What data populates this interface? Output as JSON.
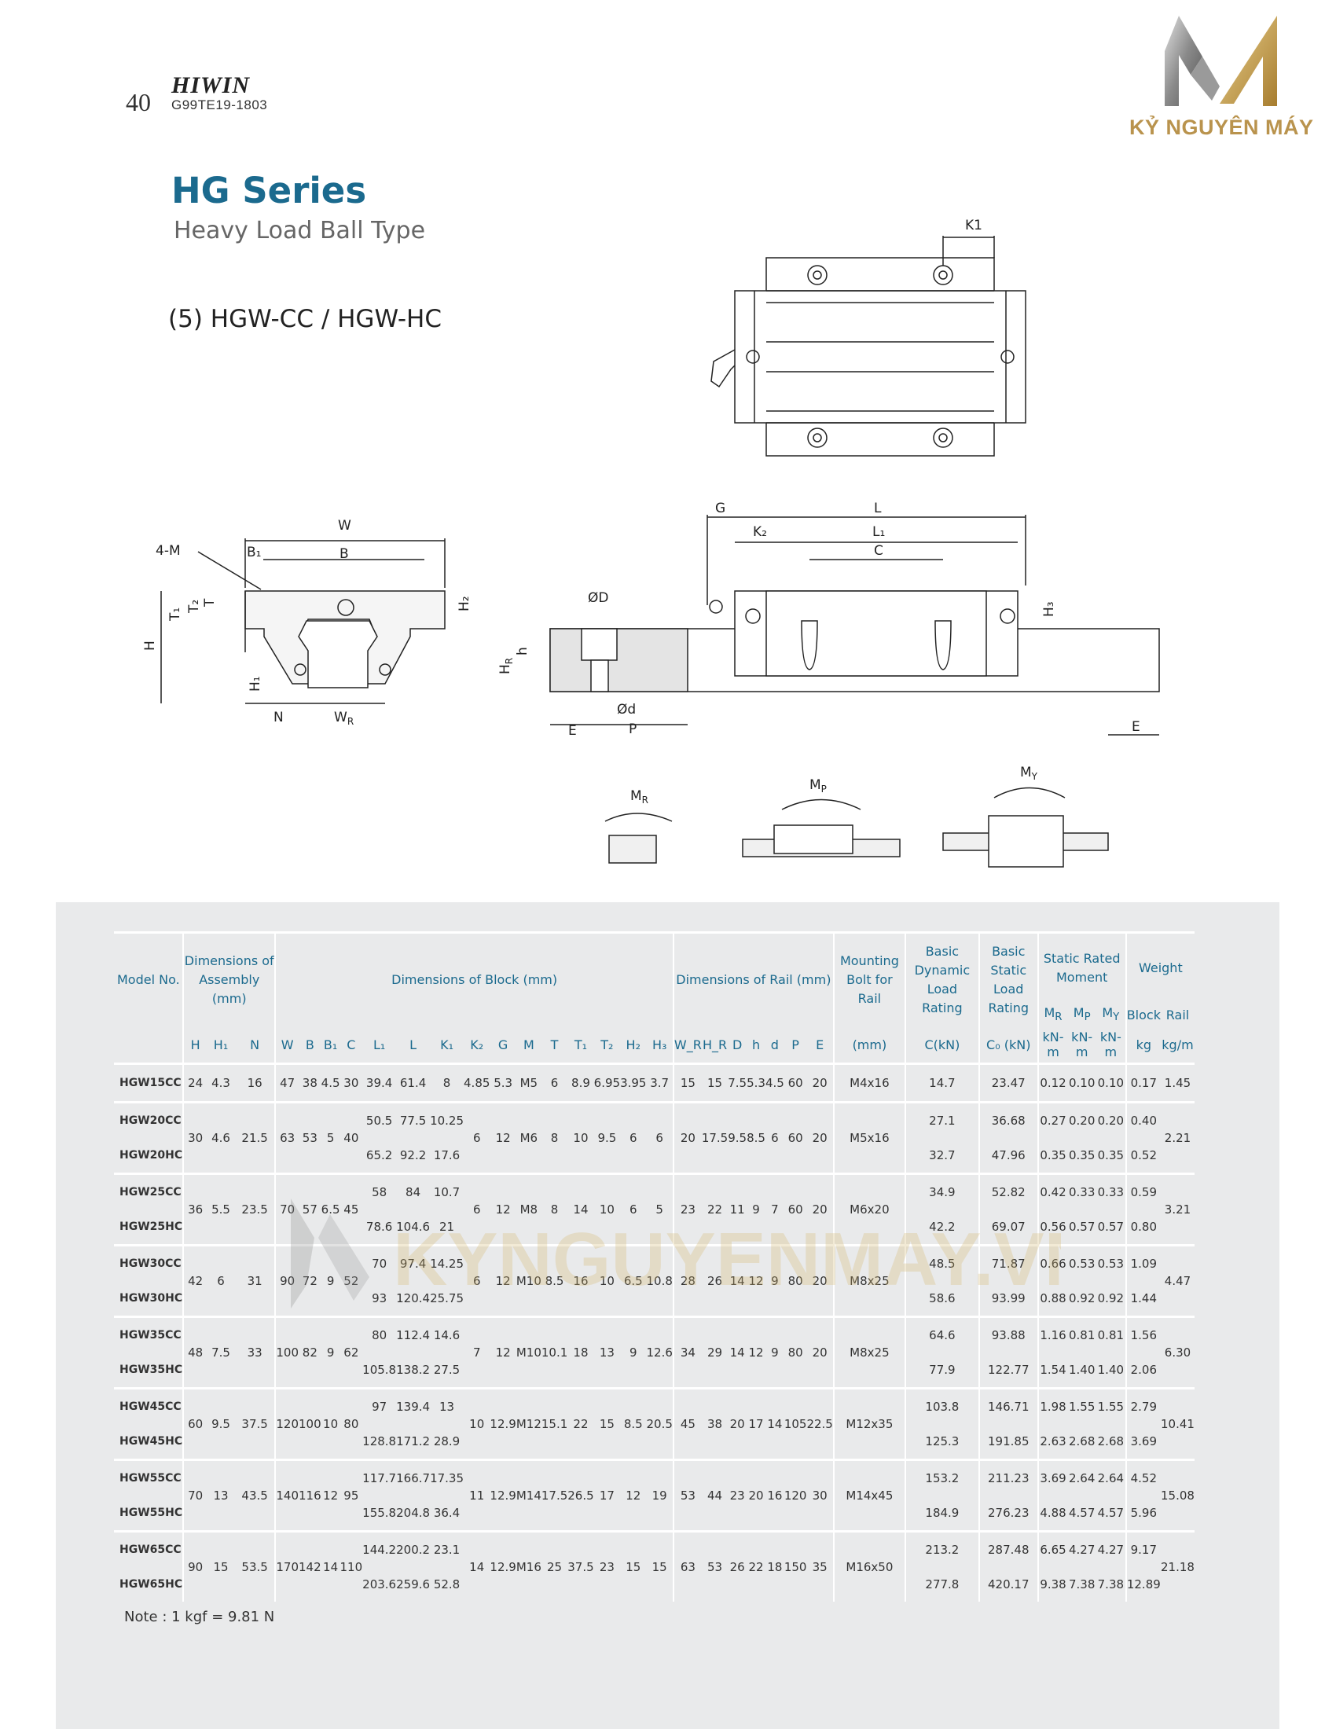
{
  "header": {
    "page_number": "40",
    "brand": "HIWIN",
    "doc_code": "G99TE19-1803",
    "logo_text": "KỶ NGUYÊN MÁY"
  },
  "title": {
    "series": "HG Series",
    "subtitle": "Heavy Load Ball Type",
    "model": "(5) HGW-CC / HGW-HC"
  },
  "drawing_labels": {
    "K1": "K1",
    "W": "W",
    "B1": "B₁",
    "B": "B",
    "4M": "4-M",
    "T1": "T₁",
    "T2": "T₂",
    "T": "T",
    "H": "H",
    "H1": "H₁",
    "H2": "H₂",
    "N": "N",
    "WR": "W_R",
    "G": "G",
    "L": "L",
    "K2": "K₂",
    "L1": "L₁",
    "C": "C",
    "H3": "H₃",
    "PhiD": "ØD",
    "h": "h",
    "HR": "H_R",
    "Phid": "Ød",
    "E": "E",
    "P": "P",
    "MR": "M_R",
    "MP": "M_P",
    "MY": "M_Y"
  },
  "table": {
    "group_headers": {
      "model": "Model No.",
      "assembly": "Dimensions of Assembly (mm)",
      "block": "Dimensions of Block (mm)",
      "rail": "Dimensions of Rail (mm)",
      "bolt": "Mounting Bolt for Rail",
      "dynamic": "Basic Dynamic Load Rating",
      "static": "Basic Static Load Rating",
      "moment": "Static Rated Moment",
      "weight": "Weight"
    },
    "moment_sub": [
      "M_R",
      "M_P",
      "M_Y"
    ],
    "weight_sub": [
      "Block",
      "Rail"
    ],
    "units": {
      "cols": [
        "H",
        "H₁",
        "N",
        "W",
        "B",
        "B₁",
        "C",
        "L₁",
        "L",
        "K₁",
        "K₂",
        "G",
        "M",
        "T",
        "T₁",
        "T₂",
        "H₂",
        "H₃",
        "W_R",
        "H_R",
        "D",
        "h",
        "d",
        "P",
        "E"
      ],
      "bolt": "(mm)",
      "dynamic": "C(kN)",
      "static": "C₀ (kN)",
      "moment": [
        "kN-m",
        "kN-m",
        "kN-m"
      ],
      "weight": [
        "kg",
        "kg/m"
      ]
    },
    "groups": [
      {
        "shared": [
          "24",
          "4.3",
          "16",
          "47",
          "38",
          "4.5",
          "30"
        ],
        "block_shared": [
          "4.85",
          "5.3",
          "M5",
          "6",
          "8.9",
          "6.95",
          "3.95",
          "3.7"
        ],
        "rail": [
          "15",
          "15",
          "7.5",
          "5.3",
          "4.5",
          "60",
          "20"
        ],
        "bolt": "M4x16",
        "rail_weight": "1.45",
        "rows": [
          {
            "model": "HGW15CC",
            "L1": "39.4",
            "L": "61.4",
            "K1": "8",
            "C": "14.7",
            "C0": "23.47",
            "MR": "0.12",
            "MP": "0.10",
            "MY": "0.10",
            "blk": "0.17"
          }
        ]
      },
      {
        "shared": [
          "30",
          "4.6",
          "21.5",
          "63",
          "53",
          "5",
          "40"
        ],
        "block_shared": [
          "6",
          "12",
          "M6",
          "8",
          "10",
          "9.5",
          "6",
          "6"
        ],
        "rail": [
          "20",
          "17.5",
          "9.5",
          "8.5",
          "6",
          "60",
          "20"
        ],
        "bolt": "M5x16",
        "rail_weight": "2.21",
        "rows": [
          {
            "model": "HGW20CC",
            "L1": "50.5",
            "L": "77.5",
            "K1": "10.25",
            "C": "27.1",
            "C0": "36.68",
            "MR": "0.27",
            "MP": "0.20",
            "MY": "0.20",
            "blk": "0.40"
          },
          {
            "model": "HGW20HC",
            "L1": "65.2",
            "L": "92.2",
            "K1": "17.6",
            "C": "32.7",
            "C0": "47.96",
            "MR": "0.35",
            "MP": "0.35",
            "MY": "0.35",
            "blk": "0.52"
          }
        ]
      },
      {
        "shared": [
          "36",
          "5.5",
          "23.5",
          "70",
          "57",
          "6.5",
          "45"
        ],
        "block_shared": [
          "6",
          "12",
          "M8",
          "8",
          "14",
          "10",
          "6",
          "5"
        ],
        "rail": [
          "23",
          "22",
          "11",
          "9",
          "7",
          "60",
          "20"
        ],
        "bolt": "M6x20",
        "rail_weight": "3.21",
        "rows": [
          {
            "model": "HGW25CC",
            "L1": "58",
            "L": "84",
            "K1": "10.7",
            "C": "34.9",
            "C0": "52.82",
            "MR": "0.42",
            "MP": "0.33",
            "MY": "0.33",
            "blk": "0.59"
          },
          {
            "model": "HGW25HC",
            "L1": "78.6",
            "L": "104.6",
            "K1": "21",
            "C": "42.2",
            "C0": "69.07",
            "MR": "0.56",
            "MP": "0.57",
            "MY": "0.57",
            "blk": "0.80"
          }
        ]
      },
      {
        "shared": [
          "42",
          "6",
          "31",
          "90",
          "72",
          "9",
          "52"
        ],
        "block_shared": [
          "6",
          "12",
          "M10",
          "8.5",
          "16",
          "10",
          "6.5",
          "10.8"
        ],
        "rail": [
          "28",
          "26",
          "14",
          "12",
          "9",
          "80",
          "20"
        ],
        "bolt": "M8x25",
        "rail_weight": "4.47",
        "rows": [
          {
            "model": "HGW30CC",
            "L1": "70",
            "L": "97.4",
            "K1": "14.25",
            "C": "48.5",
            "C0": "71.87",
            "MR": "0.66",
            "MP": "0.53",
            "MY": "0.53",
            "blk": "1.09"
          },
          {
            "model": "HGW30HC",
            "L1": "93",
            "L": "120.4",
            "K1": "25.75",
            "C": "58.6",
            "C0": "93.99",
            "MR": "0.88",
            "MP": "0.92",
            "MY": "0.92",
            "blk": "1.44"
          }
        ]
      },
      {
        "shared": [
          "48",
          "7.5",
          "33",
          "100",
          "82",
          "9",
          "62"
        ],
        "block_shared": [
          "7",
          "12",
          "M10",
          "10.1",
          "18",
          "13",
          "9",
          "12.6"
        ],
        "rail": [
          "34",
          "29",
          "14",
          "12",
          "9",
          "80",
          "20"
        ],
        "bolt": "M8x25",
        "rail_weight": "6.30",
        "rows": [
          {
            "model": "HGW35CC",
            "L1": "80",
            "L": "112.4",
            "K1": "14.6",
            "C": "64.6",
            "C0": "93.88",
            "MR": "1.16",
            "MP": "0.81",
            "MY": "0.81",
            "blk": "1.56"
          },
          {
            "model": "HGW35HC",
            "L1": "105.8",
            "L": "138.2",
            "K1": "27.5",
            "C": "77.9",
            "C0": "122.77",
            "MR": "1.54",
            "MP": "1.40",
            "MY": "1.40",
            "blk": "2.06"
          }
        ]
      },
      {
        "shared": [
          "60",
          "9.5",
          "37.5",
          "120",
          "100",
          "10",
          "80"
        ],
        "block_shared": [
          "10",
          "12.9",
          "M12",
          "15.1",
          "22",
          "15",
          "8.5",
          "20.5"
        ],
        "rail": [
          "45",
          "38",
          "20",
          "17",
          "14",
          "105",
          "22.5"
        ],
        "bolt": "M12x35",
        "rail_weight": "10.41",
        "rows": [
          {
            "model": "HGW45CC",
            "L1": "97",
            "L": "139.4",
            "K1": "13",
            "C": "103.8",
            "C0": "146.71",
            "MR": "1.98",
            "MP": "1.55",
            "MY": "1.55",
            "blk": "2.79"
          },
          {
            "model": "HGW45HC",
            "L1": "128.8",
            "L": "171.2",
            "K1": "28.9",
            "C": "125.3",
            "C0": "191.85",
            "MR": "2.63",
            "MP": "2.68",
            "MY": "2.68",
            "blk": "3.69"
          }
        ]
      },
      {
        "shared": [
          "70",
          "13",
          "43.5",
          "140",
          "116",
          "12",
          "95"
        ],
        "block_shared": [
          "11",
          "12.9",
          "M14",
          "17.5",
          "26.5",
          "17",
          "12",
          "19"
        ],
        "rail": [
          "53",
          "44",
          "23",
          "20",
          "16",
          "120",
          "30"
        ],
        "bolt": "M14x45",
        "rail_weight": "15.08",
        "rows": [
          {
            "model": "HGW55CC",
            "L1": "117.7",
            "L": "166.7",
            "K1": "17.35",
            "C": "153.2",
            "C0": "211.23",
            "MR": "3.69",
            "MP": "2.64",
            "MY": "2.64",
            "blk": "4.52"
          },
          {
            "model": "HGW55HC",
            "L1": "155.8",
            "L": "204.8",
            "K1": "36.4",
            "C": "184.9",
            "C0": "276.23",
            "MR": "4.88",
            "MP": "4.57",
            "MY": "4.57",
            "blk": "5.96"
          }
        ]
      },
      {
        "shared": [
          "90",
          "15",
          "53.5",
          "170",
          "142",
          "14",
          "110"
        ],
        "block_shared": [
          "14",
          "12.9",
          "M16",
          "25",
          "37.5",
          "23",
          "15",
          "15"
        ],
        "rail": [
          "63",
          "53",
          "26",
          "22",
          "18",
          "150",
          "35"
        ],
        "bolt": "M16x50",
        "rail_weight": "21.18",
        "rows": [
          {
            "model": "HGW65CC",
            "L1": "144.2",
            "L": "200.2",
            "K1": "23.1",
            "C": "213.2",
            "C0": "287.48",
            "MR": "6.65",
            "MP": "4.27",
            "MY": "4.27",
            "blk": "9.17"
          },
          {
            "model": "HGW65HC",
            "L1": "203.6",
            "L": "259.6",
            "K1": "52.8",
            "C": "277.8",
            "C0": "420.17",
            "MR": "9.38",
            "MP": "7.38",
            "MY": "7.38",
            "blk": "12.89"
          }
        ]
      }
    ]
  },
  "note": "Note : 1 kgf = 9.81 N",
  "watermark": "KYNGUYENMAY.VN"
}
